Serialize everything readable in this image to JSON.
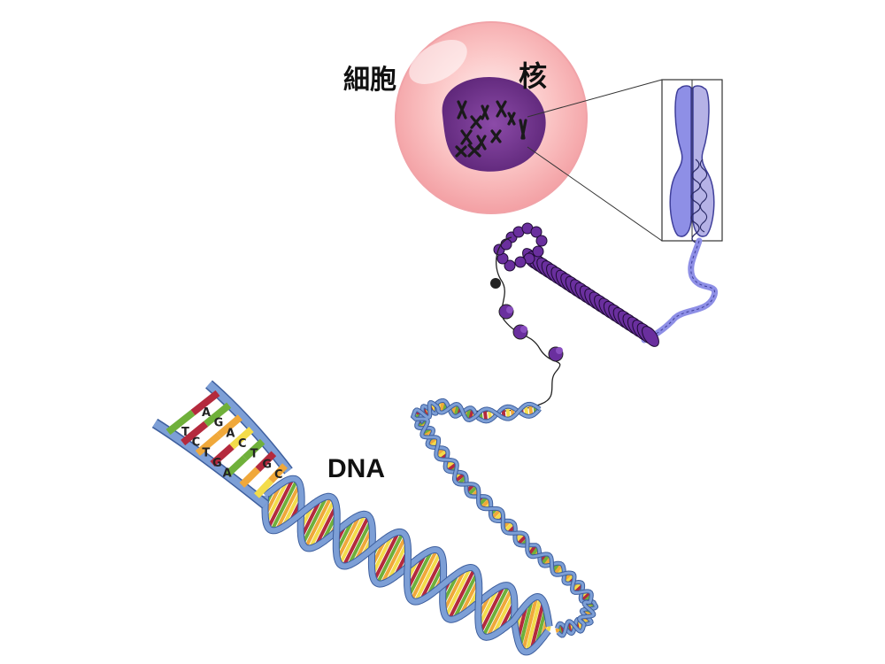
{
  "labels": {
    "cell": "細胞",
    "nucleus": "核",
    "dna": "DNA"
  },
  "base_letters": {
    "left_column": [
      "T",
      "C",
      "T",
      "G",
      "A"
    ],
    "right_column": [
      "A",
      "G",
      "A",
      "C",
      "T",
      "G",
      "C"
    ]
  },
  "colors": {
    "cell_outer": "#f8b4b4",
    "cell_inner": "#fbd0d0",
    "nucleus": "#6b2f86",
    "chromosome": "#8e8fe6",
    "chromatin": "#6a2f9e",
    "dna_backbone": "#7d9fd6",
    "base_red": "#b42a3d",
    "base_green": "#6fb03a",
    "base_orange": "#f0a83a",
    "base_yellow": "#f3dc4a"
  }
}
